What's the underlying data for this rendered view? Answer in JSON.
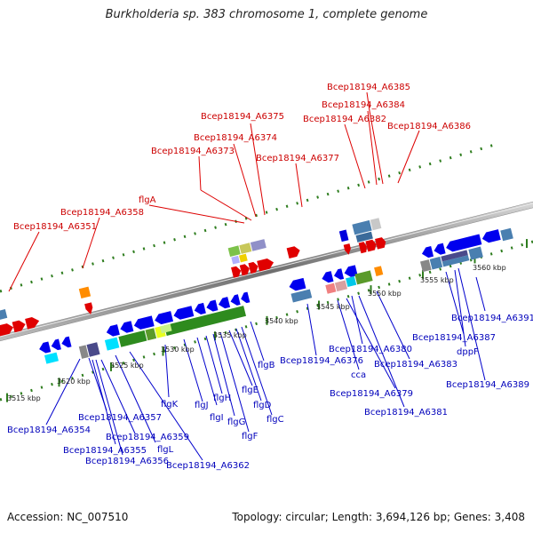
{
  "title": "Burkholderia sp. 383 chromosome 1, complete genome",
  "footer": {
    "accession": "Accession: NC_007510",
    "summary": "Topology: circular; Length: 3,694,126 bp; Genes: 3,408"
  },
  "colors": {
    "forward_label": "#cc0000",
    "reverse_label": "#0000bb",
    "forward_gene": "#ff0000",
    "reverse_gene": "#0000ee",
    "flagellar_operon": "#2e8b1e"
  },
  "scale_labels": [
    "3515 kbp",
    "3520 kbp",
    "3525 kbp",
    "3530 kbp",
    "3535 kbp",
    "3540 kbp",
    "3545 kbp",
    "3550 kbp",
    "3555 kbp",
    "3560 kbp"
  ],
  "forward_labels": [
    "Bcep18194_A6351",
    "Bcep18194_A6358",
    "flgA",
    "Bcep18194_A6373",
    "Bcep18194_A6374",
    "Bcep18194_A6375",
    "Bcep18194_A6377",
    "Bcep18194_A6382",
    "Bcep18194_A6384",
    "Bcep18194_A6385",
    "Bcep18194_A6386"
  ],
  "reverse_labels": [
    "Bcep18194_A6354",
    "Bcep18194_A6357",
    "Bcep18194_A6355",
    "Bcep18194_A6356",
    "Bcep18194_A6359",
    "flgL",
    "Bcep18194_A6362",
    "flgK",
    "flgJ",
    "flgI",
    "flgH",
    "flgG",
    "flgF",
    "flgE",
    "flgD",
    "flgC",
    "flgB",
    "Bcep18194_A6376",
    "Bcep18194_A6380",
    "cca",
    "Bcep18194_A6379",
    "Bcep18194_A6383",
    "Bcep18194_A6381",
    "Bcep18194_A6391",
    "Bcep18194_A6387",
    "dppF",
    "Bcep18194_A6389"
  ]
}
